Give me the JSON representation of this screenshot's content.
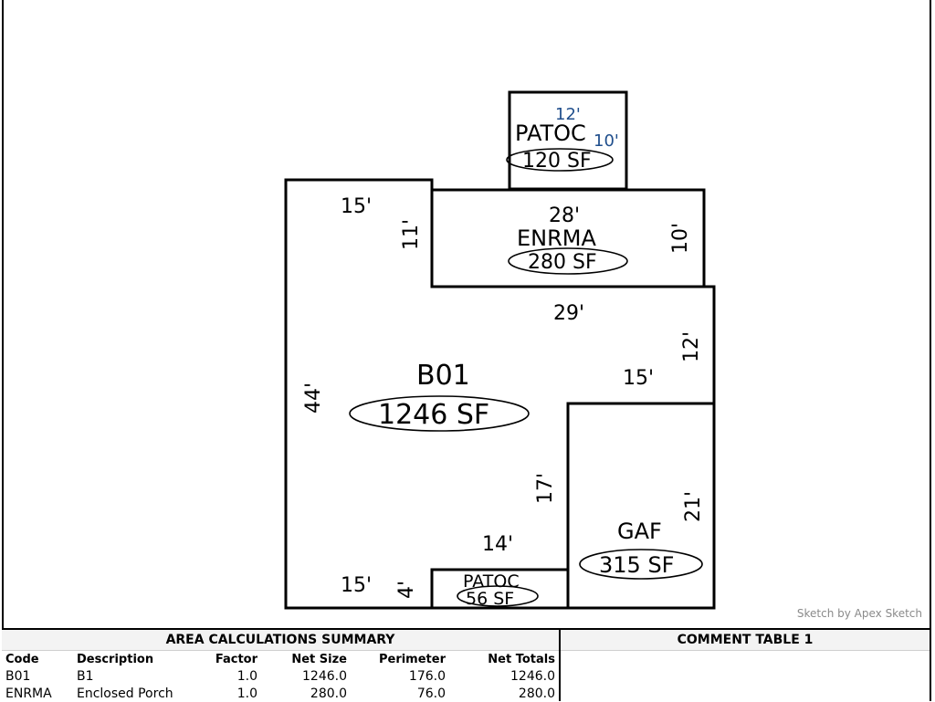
{
  "sketch": {
    "patoc_top": {
      "code": "PATOC",
      "area": "120 SF",
      "dim_w": "12'",
      "dim_h": "10'"
    },
    "enrma": {
      "code": "ENRMA",
      "area": "280 SF",
      "dim_w": "28'",
      "dim_h": "10'"
    },
    "b01": {
      "code": "B01",
      "area": "1246 SF",
      "dim_top": "15'",
      "dim_left_notch": "11'",
      "dim_right_top": "29'",
      "dim_right_short": "12'",
      "dim_inner": "15'",
      "dim_left": "44'",
      "dim_inner_vert": "17'",
      "dim_bottom_inner": "14'",
      "dim_bottom_left": "15'",
      "dim_small_vert": "4'"
    },
    "gaf": {
      "code": "GAF",
      "area": "315 SF",
      "dim_h": "21'"
    },
    "patoc_bottom": {
      "code": "PATOC",
      "area": "56 SF"
    },
    "credit": "Sketch by Apex Sketch"
  },
  "summary": {
    "title": "AREA CALCULATIONS SUMMARY",
    "headers": [
      "Code",
      "Description",
      "Factor",
      "Net Size",
      "Perimeter",
      "Net Totals"
    ],
    "rows": [
      [
        "B01",
        "B1",
        "1.0",
        "1246.0",
        "176.0",
        "1246.0"
      ],
      [
        "ENRMA",
        "Enclosed Porch",
        "1.0",
        "280.0",
        "76.0",
        "280.0"
      ]
    ]
  },
  "comments": {
    "title": "COMMENT TABLE 1"
  }
}
